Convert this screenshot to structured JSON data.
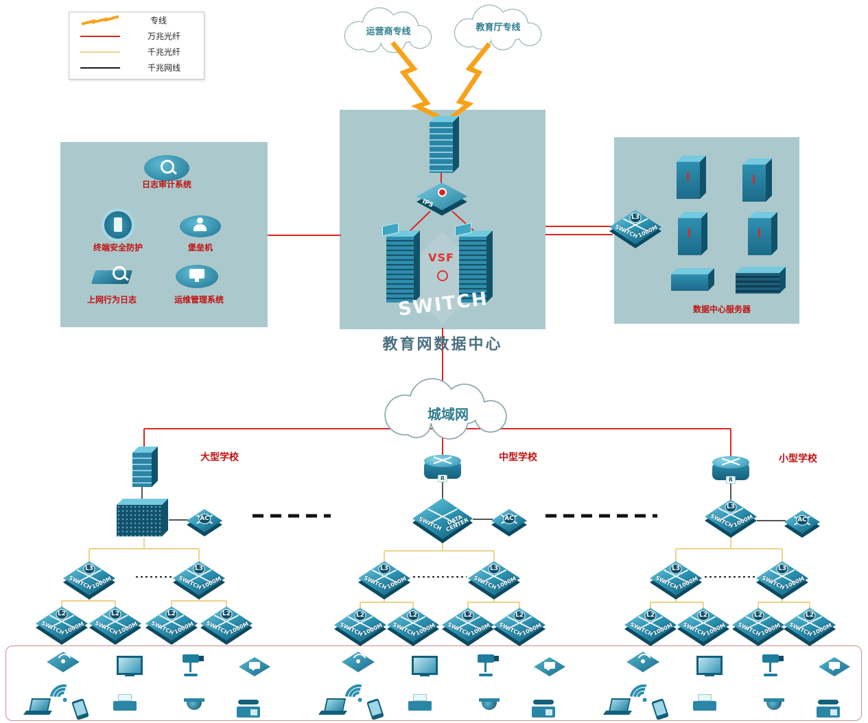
{
  "colors": {
    "device_teal": "#2489a8",
    "zone_bg": "#abc9cc",
    "line_10g": "#e02222",
    "line_1g_fiber": "#edd289",
    "line_1g_copper": "#1a1a1a",
    "label_red": "#c11111",
    "lightning_orange": "#f7a21b"
  },
  "legend": {
    "items": [
      {
        "label": "专线",
        "type": "lightning"
      },
      {
        "label": "万兆光纤",
        "color": "#e02222"
      },
      {
        "label": "千兆光纤",
        "color": "#edd289"
      },
      {
        "label": "千兆网线",
        "color": "#1a1a1a"
      }
    ]
  },
  "clouds": {
    "carrier": "运营商专线",
    "education": "教育厅专线",
    "man": "城域网"
  },
  "datacenter": {
    "title": "教育网数据中心",
    "vsf": "VSF",
    "ips": "IPS",
    "ghost_switch": "SWITCH"
  },
  "security_zone": {
    "log_audit": "日志审计系统",
    "terminal_security": "终端安全防护",
    "bastion": "堡垒机",
    "net_behavior": "上网行为日志",
    "ops_mgmt": "运维管理系统"
  },
  "server_zone": {
    "label": "数据中心服务器"
  },
  "schools": {
    "large": "大型学校",
    "medium": "中型学校",
    "small": "小型学校"
  },
  "labels": {
    "l3": "L3",
    "l2": "L2",
    "ac": "AC",
    "r": "R",
    "switch": "SWITCH",
    "m1000": "1000M",
    "data_center": "DATA CENTER"
  }
}
